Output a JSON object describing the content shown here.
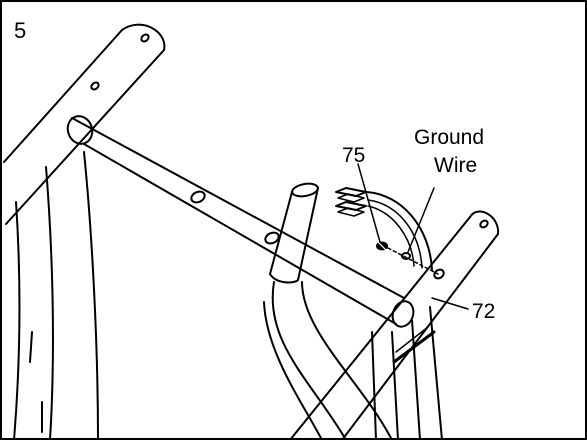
{
  "step_number": "5",
  "callouts": {
    "screw": "75",
    "ground_wire_line1": "Ground",
    "ground_wire_line2": "Wire",
    "upright": "72"
  },
  "colors": {
    "ink": "#000000",
    "paper": "#ffffff"
  }
}
